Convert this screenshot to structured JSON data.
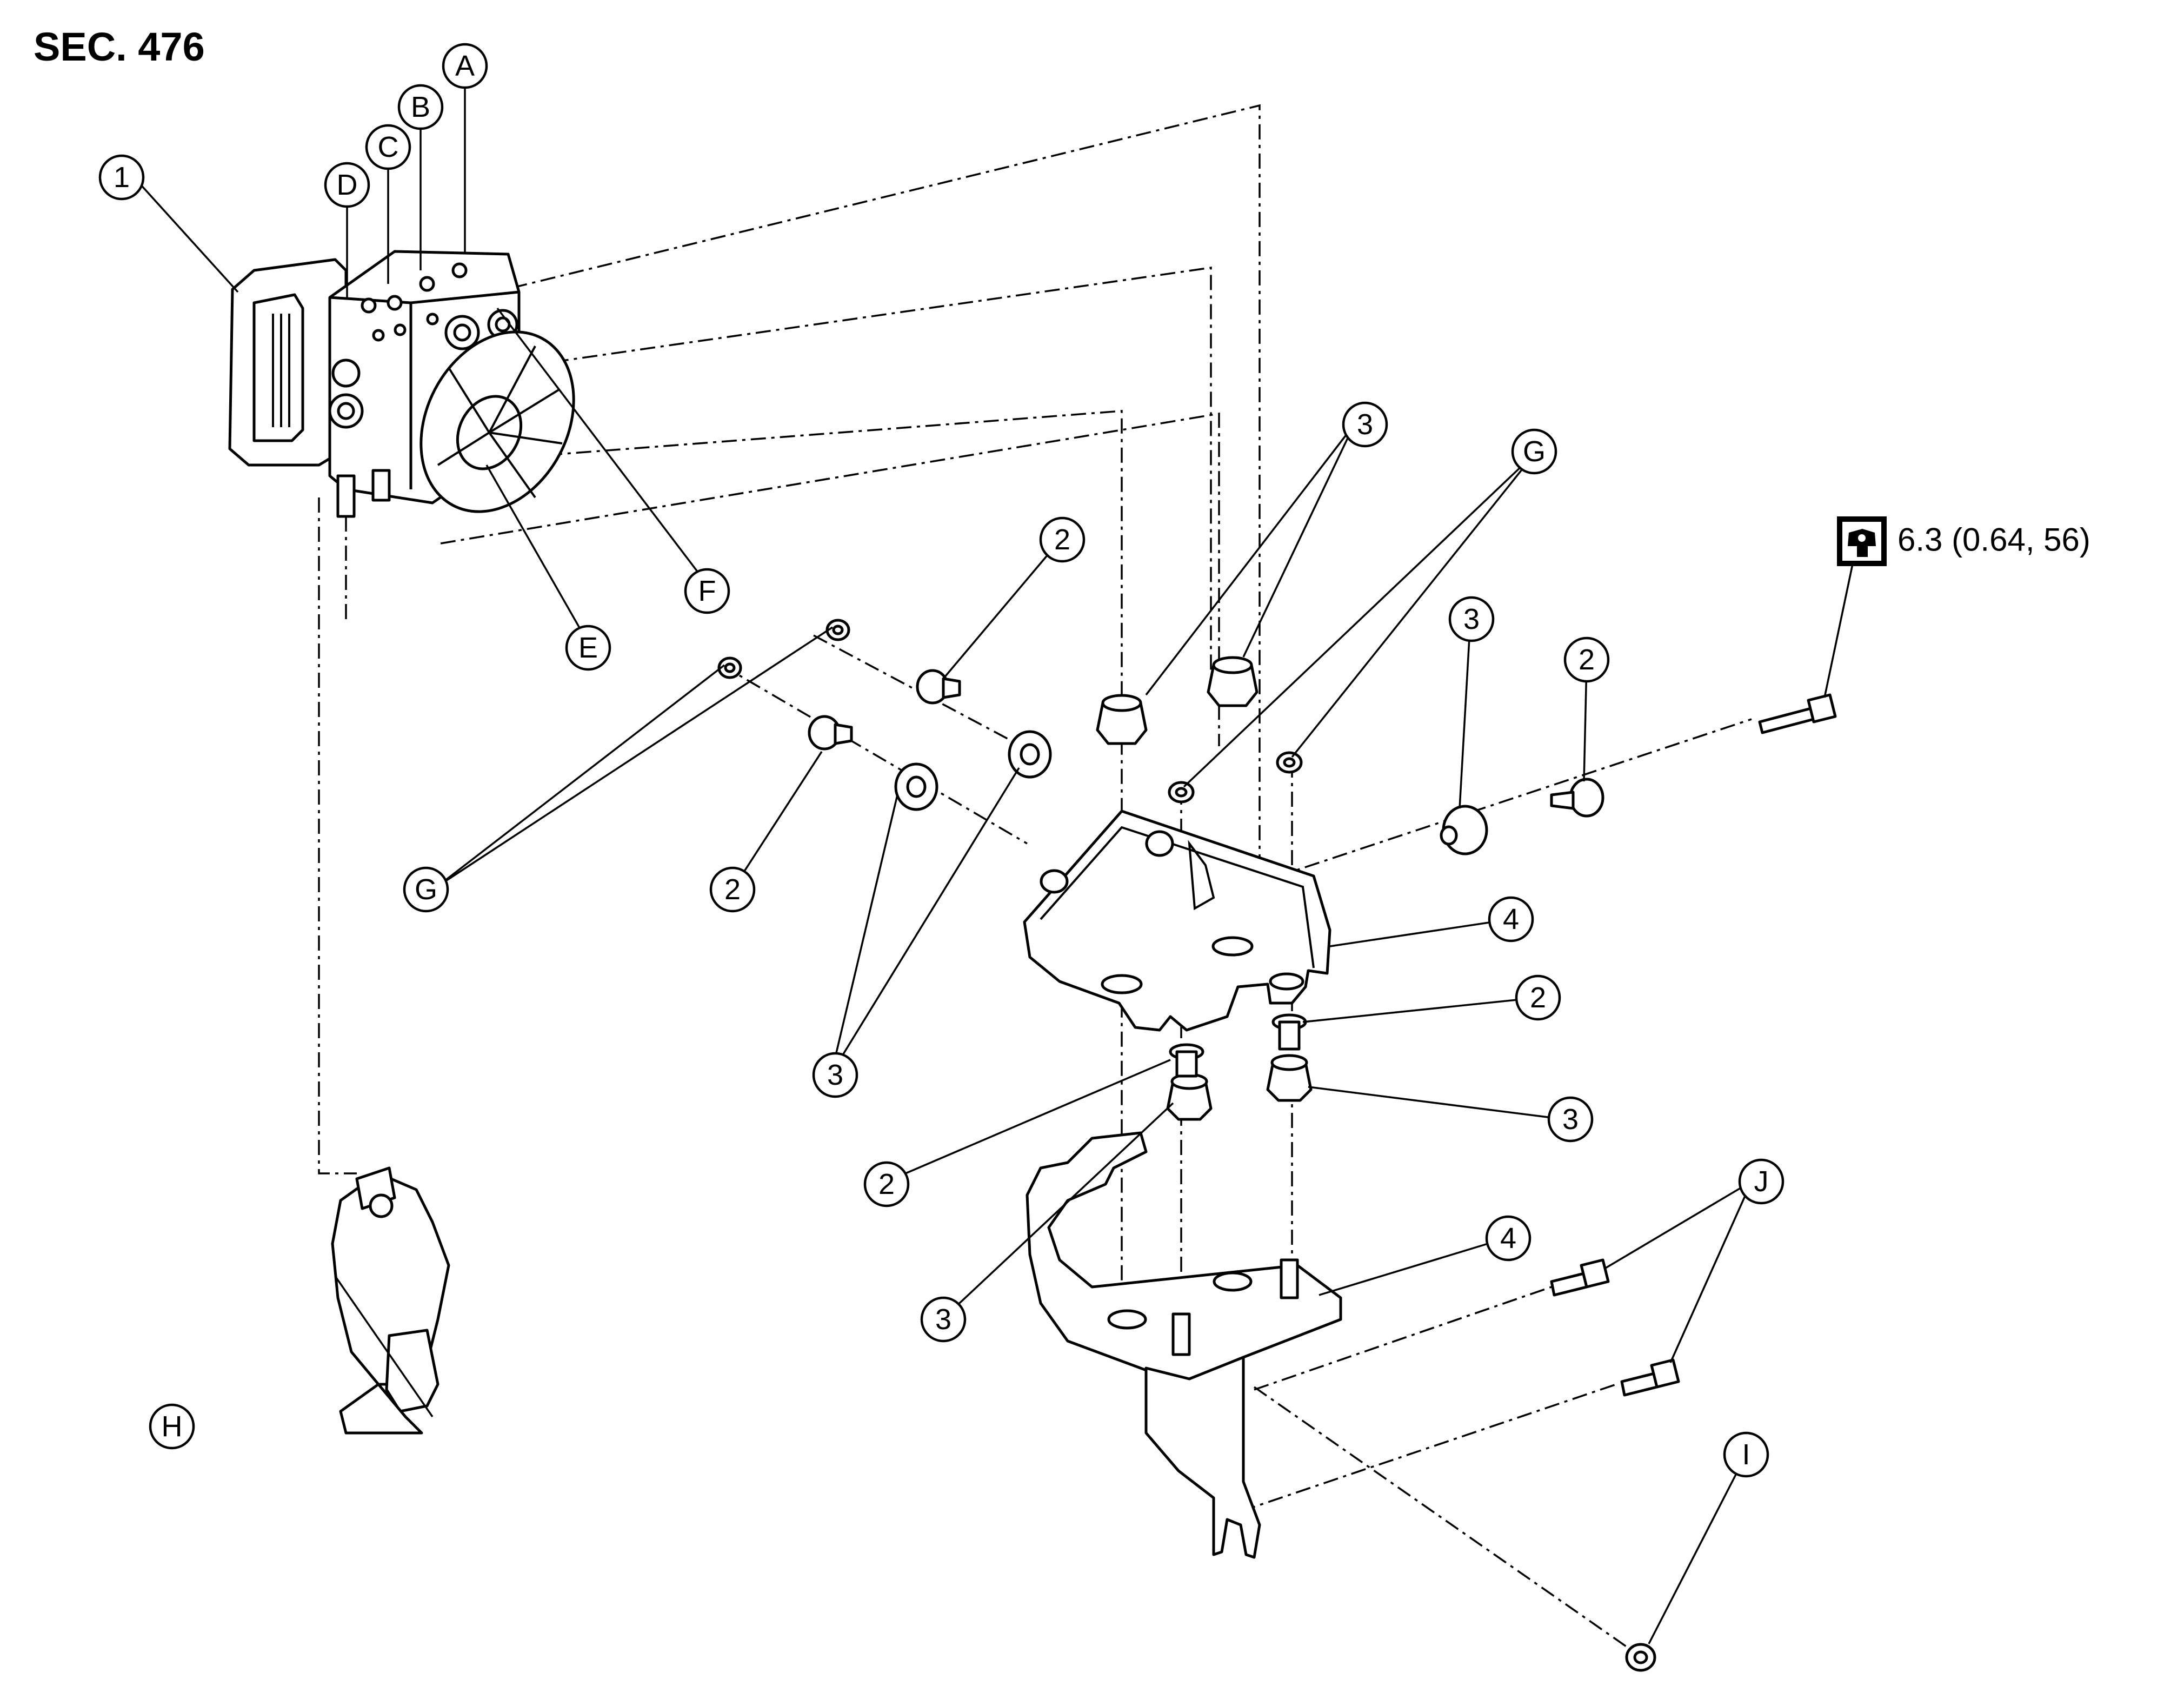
{
  "section_label": "SEC. 476",
  "torque_spec": "6.3 (0.64, 56)",
  "icons": {
    "torque": "torque-wrench-icon"
  },
  "callouts": {
    "A": "A",
    "B": "B",
    "C": "C",
    "D": "D",
    "E": "E",
    "F": "F",
    "G": "G",
    "H": "H",
    "I": "I",
    "J": "J",
    "part_1": "1",
    "part_2": "2",
    "part_3": "3",
    "part_4": "4"
  }
}
